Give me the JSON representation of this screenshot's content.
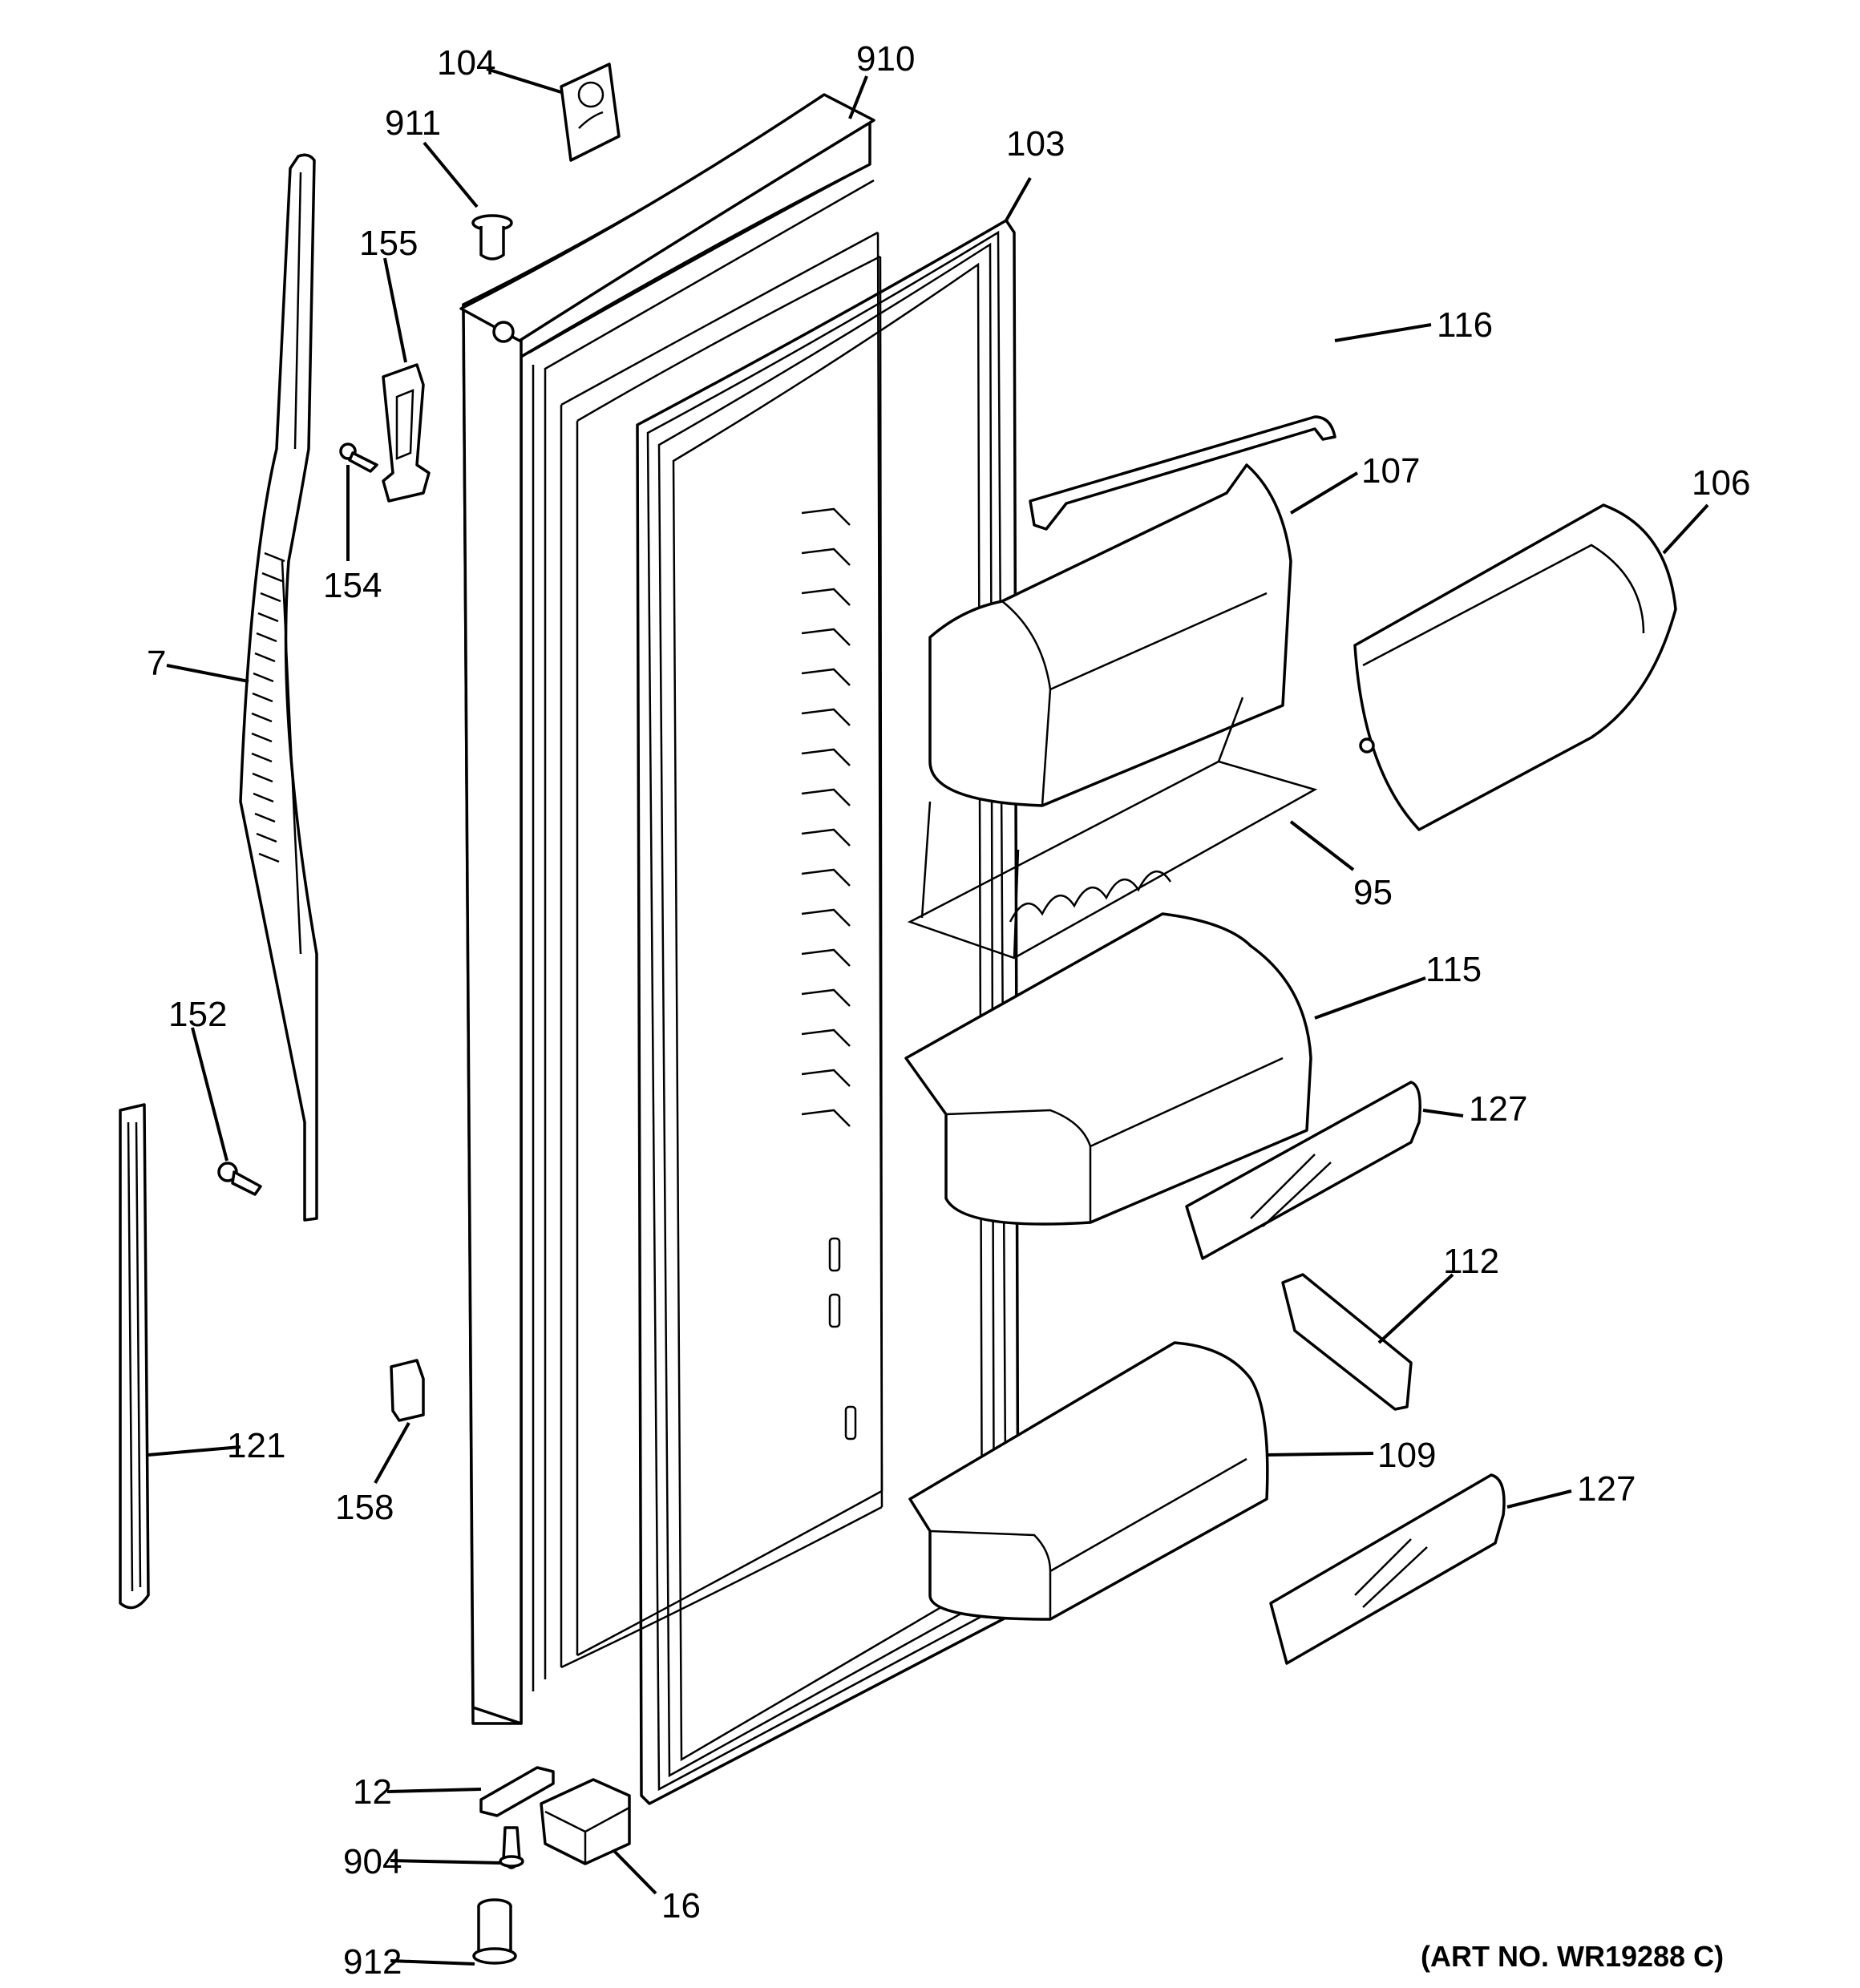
{
  "diagram": {
    "callouts": {
      "p104": "104",
      "p910": "910",
      "p911": "911",
      "p103": "103",
      "p155": "155",
      "p116": "116",
      "p154": "154",
      "p107": "107",
      "p106": "106",
      "p7": "7",
      "p95": "95",
      "p152": "152",
      "p115": "115",
      "p127a": "127",
      "p112": "112",
      "p121": "121",
      "p109": "109",
      "p127b": "127",
      "p158": "158",
      "p12": "12",
      "p904": "904",
      "p16": "16",
      "p912": "912"
    },
    "art_number": "(ART NO. WR19288 C)"
  }
}
